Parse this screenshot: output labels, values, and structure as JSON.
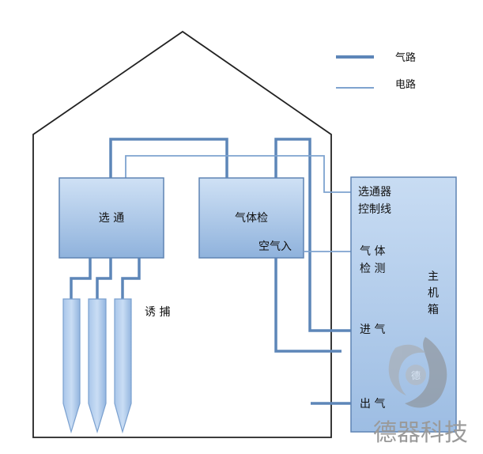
{
  "legend": {
    "gas_line": "气路",
    "electric_line": "电路"
  },
  "boxes": {
    "selector": "选 通",
    "gas_detector": "气体检",
    "air_inlet": "空气入",
    "host_box": "主\n机\n箱"
  },
  "host_ports": {
    "selector_control": "选通器\n控制线",
    "gas_detection": "气 体\n检 测",
    "gas_in": "进 气",
    "gas_out": "出 气"
  },
  "trap_label": "诱 捕",
  "watermark": "德器科技",
  "colors": {
    "box_fill_top": "#c9ddf3",
    "box_fill_bottom": "#86abd9",
    "box_border": "#5f84b4",
    "pipe": "#5d86b8",
    "house": "#222222"
  }
}
